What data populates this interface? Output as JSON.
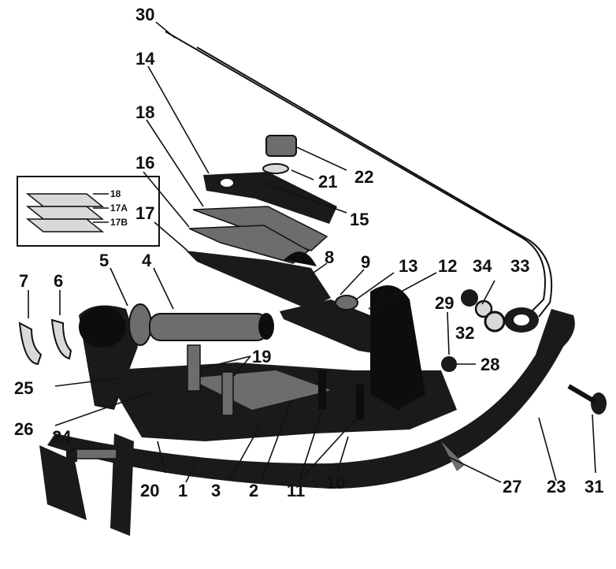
{
  "labels": [
    {
      "id": "30",
      "text": "30"
    },
    {
      "id": "14",
      "text": "14"
    },
    {
      "id": "22",
      "text": "22"
    },
    {
      "id": "21",
      "text": "21"
    },
    {
      "id": "18",
      "text": "18"
    },
    {
      "id": "15",
      "text": "15"
    },
    {
      "id": "16",
      "text": "16"
    },
    {
      "id": "17",
      "text": "17"
    },
    {
      "id": "8",
      "text": "8"
    },
    {
      "id": "9",
      "text": "9"
    },
    {
      "id": "13",
      "text": "13"
    },
    {
      "id": "12",
      "text": "12"
    },
    {
      "id": "34",
      "text": "34"
    },
    {
      "id": "33",
      "text": "33"
    },
    {
      "id": "7",
      "text": "7"
    },
    {
      "id": "6",
      "text": "6"
    },
    {
      "id": "5",
      "text": "5"
    },
    {
      "id": "4",
      "text": "4"
    },
    {
      "id": "29",
      "text": "29"
    },
    {
      "id": "32",
      "text": "32"
    },
    {
      "id": "19",
      "text": "19"
    },
    {
      "id": "28",
      "text": "28"
    },
    {
      "id": "25",
      "text": "25"
    },
    {
      "id": "26",
      "text": "26"
    },
    {
      "id": "24",
      "text": "24"
    },
    {
      "id": "20",
      "text": "20"
    },
    {
      "id": "1",
      "text": "1"
    },
    {
      "id": "3",
      "text": "3"
    },
    {
      "id": "2",
      "text": "2"
    },
    {
      "id": "11",
      "text": "11"
    },
    {
      "id": "10",
      "text": "10"
    },
    {
      "id": "27",
      "text": "27"
    },
    {
      "id": "23",
      "text": "23"
    },
    {
      "id": "31",
      "text": "31"
    }
  ],
  "inset": {
    "labels": [
      "18",
      "17A",
      "17B"
    ]
  },
  "colors": {
    "ink": "#111111",
    "background": "#ffffff"
  }
}
